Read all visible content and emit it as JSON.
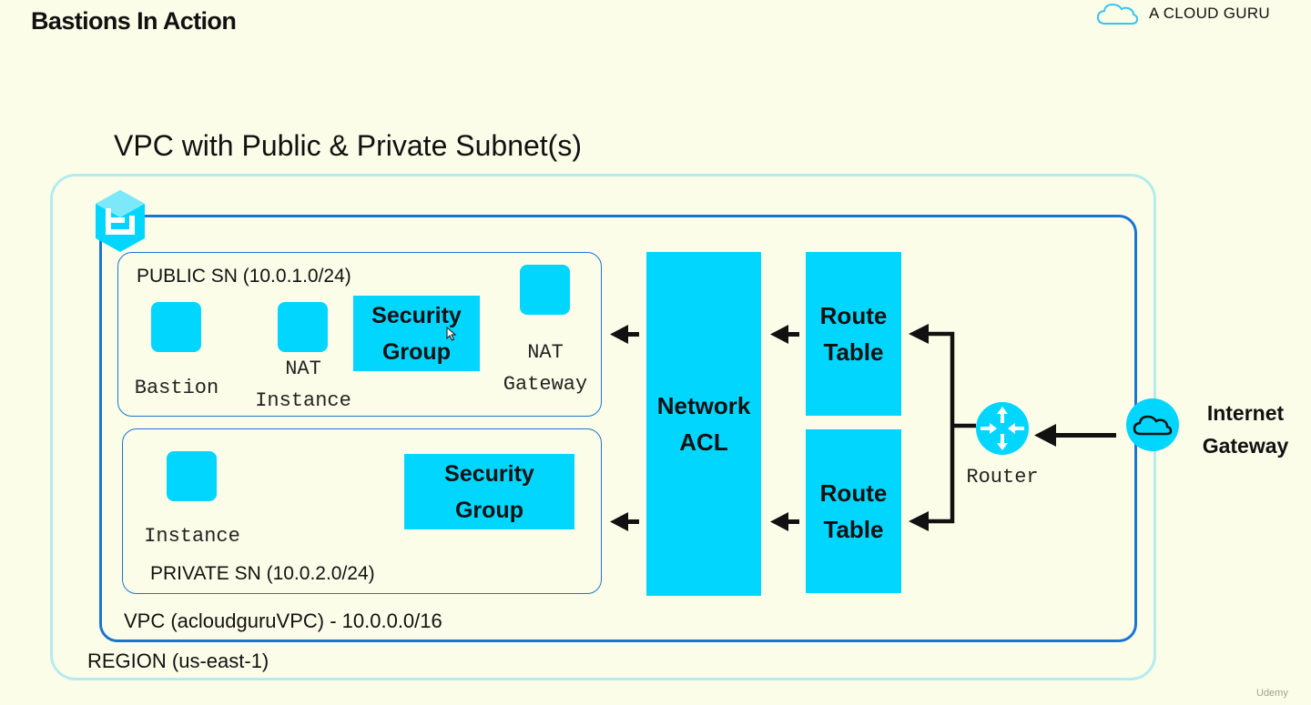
{
  "slide": {
    "title": "Bastions In Action"
  },
  "brand": {
    "name": "A CLOUD GURU",
    "icon": "cloud-outline-icon"
  },
  "diagram": {
    "title": "VPC with Public & Private Subnet(s)",
    "region_label": "REGION (us-east-1)",
    "vpc_label": "VPC (acloudguruVPC) - 10.0.0.0/16",
    "vpc_icon": "vpc-icon",
    "public_subnet": {
      "label": "PUBLIC SN (10.0.1.0/24)",
      "bastion_label": "Bastion",
      "nat_instance_label": "NAT\nInstance",
      "security_group_label": "Security\nGroup",
      "nat_gateway_label": "NAT\nGateway"
    },
    "private_subnet": {
      "label": "PRIVATE SN (10.0.2.0/24)",
      "instance_label": "Instance",
      "security_group_label": "Security\nGroup"
    },
    "network_acl_label": "Network\nACL",
    "route_table_public_label": "Route\nTable",
    "route_table_private_label": "Route\nTable",
    "router_label": "Router",
    "internet_gateway_label": "Internet\nGateway",
    "colors": {
      "accent": "#00d6ff",
      "vpc_border": "#1a75d2",
      "region_border": "#b3ecef",
      "background": "#fcfde8"
    }
  },
  "watermark": {
    "text": "Udemy"
  }
}
